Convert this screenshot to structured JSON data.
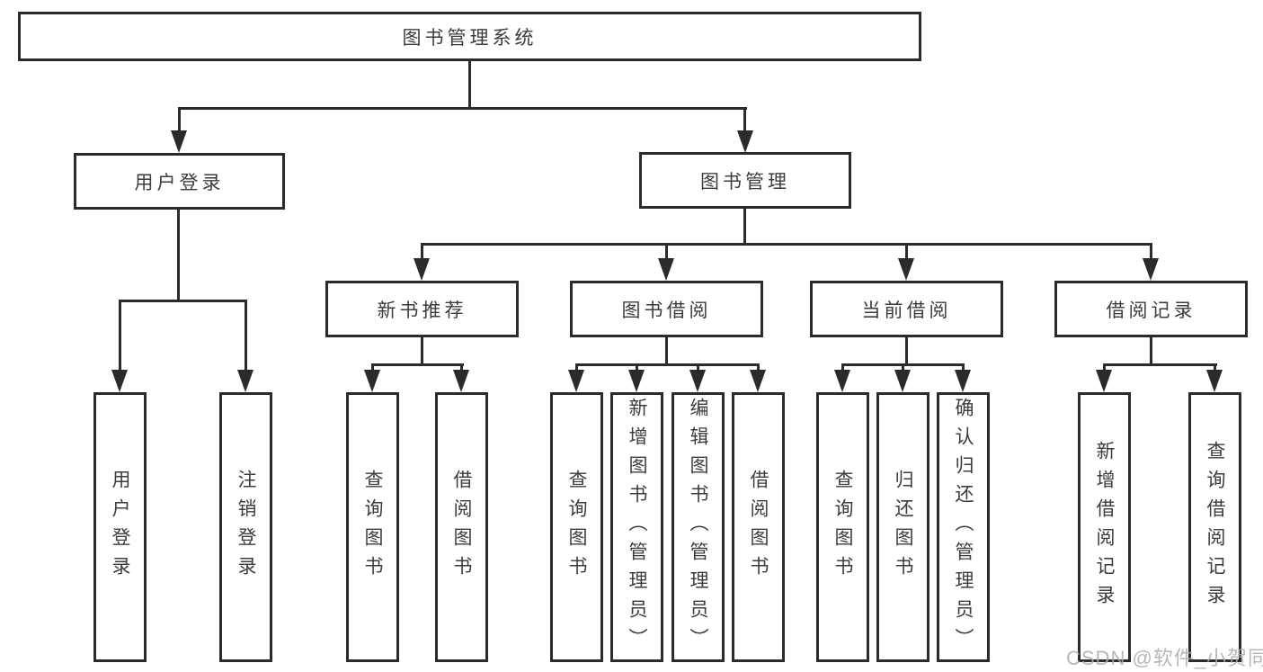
{
  "diagram": {
    "title": "图书管理系统",
    "branches": [
      {
        "label": "用户登录",
        "children": [
          {
            "label": "用户登录"
          },
          {
            "label": "注销登录"
          }
        ]
      },
      {
        "label": "图书管理",
        "children": [
          {
            "label": "新书推荐",
            "children": [
              {
                "label": "查询图书"
              },
              {
                "label": "借阅图书"
              }
            ]
          },
          {
            "label": "图书借阅",
            "children": [
              {
                "label": "查询图书"
              },
              {
                "label": "新增图书（管理员）"
              },
              {
                "label": "编辑图书（管理员）"
              },
              {
                "label": "借阅图书"
              }
            ]
          },
          {
            "label": "当前借阅",
            "children": [
              {
                "label": "查询图书"
              },
              {
                "label": "归还图书"
              },
              {
                "label": "确认归还（管理员）"
              }
            ]
          },
          {
            "label": "借阅记录",
            "children": [
              {
                "label": "新增借阅记录"
              },
              {
                "label": "查询借阅记录"
              }
            ]
          }
        ]
      }
    ]
  },
  "watermark": {
    "text": "CSDN @软件_小贺同学"
  },
  "colors": {
    "line": "#2b2b2b",
    "text": "#3c3c3c",
    "background": "#ffffff",
    "watermark": "#aaaaaa"
  }
}
